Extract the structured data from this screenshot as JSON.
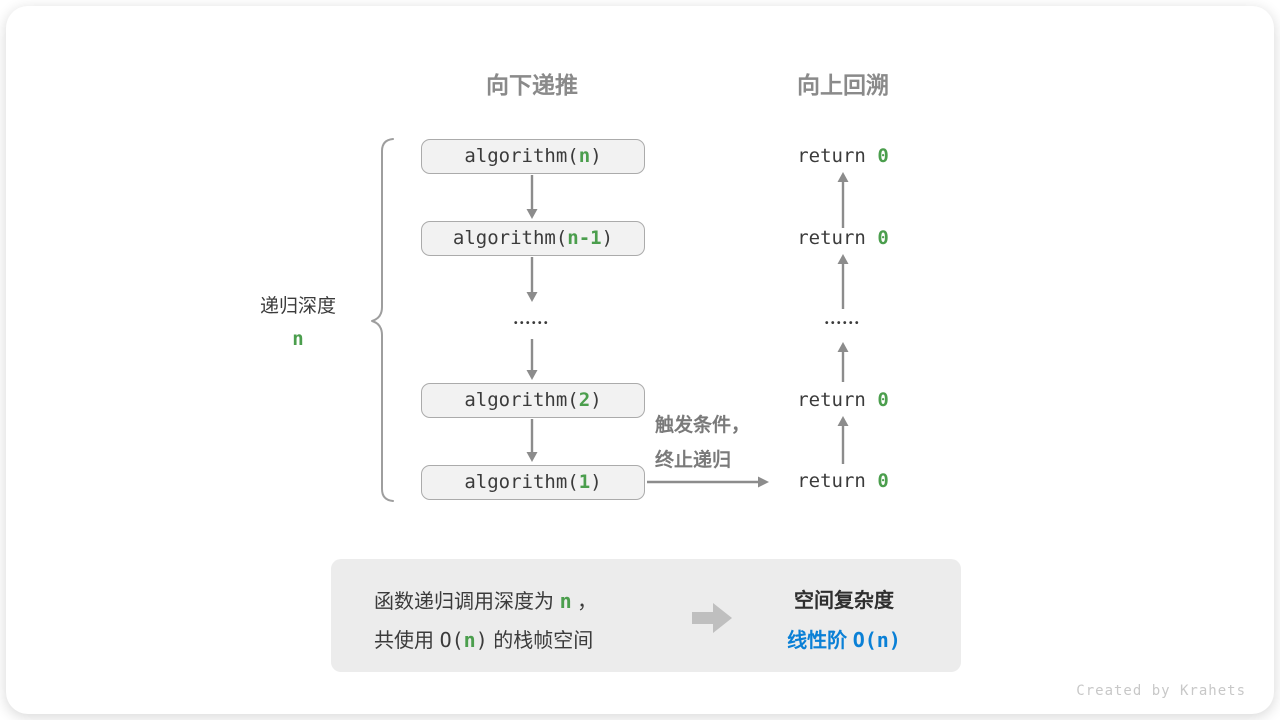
{
  "headers": {
    "left": "向下递推",
    "right": "向上回溯"
  },
  "call_stack": {
    "frames": [
      {
        "prefix": "algorithm(",
        "arg": "n",
        "suffix": ")"
      },
      {
        "prefix": "algorithm(",
        "arg": "n-1",
        "suffix": ")"
      },
      {
        "prefix": "algorithm(",
        "arg": "2",
        "suffix": ")"
      },
      {
        "prefix": "algorithm(",
        "arg": "1",
        "suffix": ")"
      }
    ],
    "ellipsis": "••••••"
  },
  "returns": {
    "rows": [
      {
        "keyword": "return ",
        "value": "0"
      },
      {
        "keyword": "return ",
        "value": "0"
      },
      {
        "keyword": "return ",
        "value": "0"
      },
      {
        "keyword": "return ",
        "value": "0"
      }
    ],
    "ellipsis": "••••••"
  },
  "depth": {
    "label": "递归深度",
    "value": "n"
  },
  "base_case": {
    "line1": "触发条件，",
    "line2": "终止递归"
  },
  "summary": {
    "left": {
      "l1_prefix": "函数递归调用深度为 ",
      "l1_var": "n",
      "l1_suffix": " ，",
      "l2_prefix": "共使用 ",
      "l2_open": "O(",
      "l2_var": "n",
      "l2_close": ")",
      "l2_suffix": " 的栈帧空间"
    },
    "right": {
      "title": "空间复杂度",
      "result_label": "线性阶 ",
      "result_value": "O(n)"
    }
  },
  "watermark": "Created by Krahets",
  "colors": {
    "green": "#4b9e4d",
    "blue": "#0a80d6",
    "header_gray": "#8a8a8a",
    "arrow_gray": "#8c8c8c",
    "box_bg": "#f2f2f2",
    "box_border": "#ababab",
    "summary_bg": "#ececec"
  }
}
